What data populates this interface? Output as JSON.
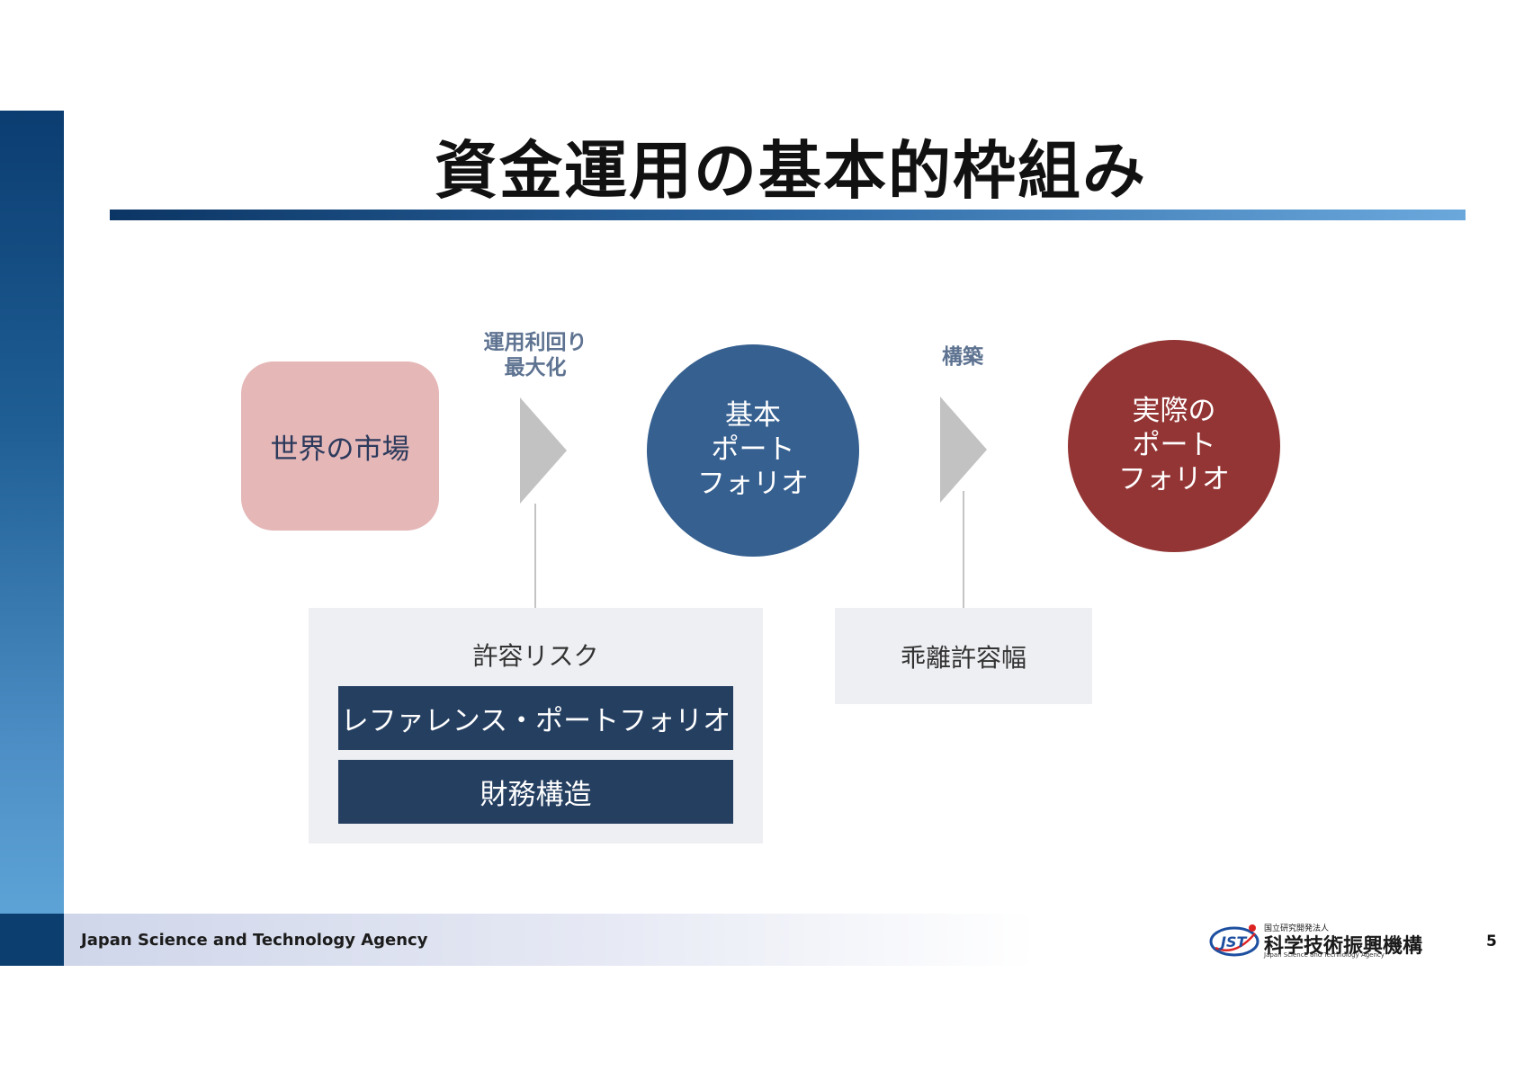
{
  "title": "資金運用の基本的枠組み",
  "diagram": {
    "market": "世界の市場",
    "arrow1_label_line1": "運用利回り",
    "arrow1_label_line2": "最大化",
    "basic_portfolio_lines": [
      "基本",
      "ポート",
      "フォリオ"
    ],
    "arrow2_label": "構築",
    "actual_portfolio_lines": [
      "実際の",
      "ポート",
      "フォリオ"
    ],
    "risk_panel": {
      "title": "許容リスク",
      "reference": "レファレンス・ポートフォリオ",
      "financial": "財務構造"
    },
    "deviation": "乖離許容幅"
  },
  "footer": {
    "agency_en": "Japan Science and Technology Agency",
    "logo_small": "国立研究開発法人",
    "logo_ja": "科学技術振興機構",
    "logo_en": "Japan Science and Technology Agency",
    "logo_mark": "JST",
    "page_number": "5"
  },
  "colors": {
    "market": "#e5b7b7",
    "basic_portfolio": "#366090",
    "actual_portfolio": "#943535",
    "dark_box": "#253f61",
    "panel": "#eeeff3",
    "arrow": "#c2c2c2"
  }
}
